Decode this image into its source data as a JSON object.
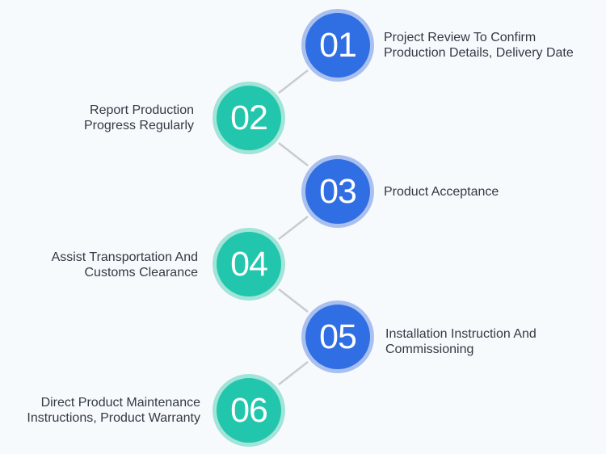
{
  "steps": [
    {
      "number": "01",
      "color": "#2f6ee3",
      "lines": [
        "Project Review To Confirm",
        "Production Details, Delivery Date"
      ]
    },
    {
      "number": "02",
      "color": "#22c6ad",
      "lines": [
        "Report Production",
        "Progress Regularly"
      ]
    },
    {
      "number": "03",
      "color": "#2f6ee3",
      "lines": [
        "Product Acceptance"
      ]
    },
    {
      "number": "04",
      "color": "#22c6ad",
      "lines": [
        "Assist Transportation And",
        "Customs Clearance"
      ]
    },
    {
      "number": "05",
      "color": "#2f6ee3",
      "lines": [
        "Installation Instruction And",
        "Commissioning"
      ]
    },
    {
      "number": "06",
      "color": "#22c6ad",
      "lines": [
        "Direct Product Maintenance",
        "Instructions, Product Warranty"
      ]
    }
  ],
  "connector_color": "#c8ccd1"
}
